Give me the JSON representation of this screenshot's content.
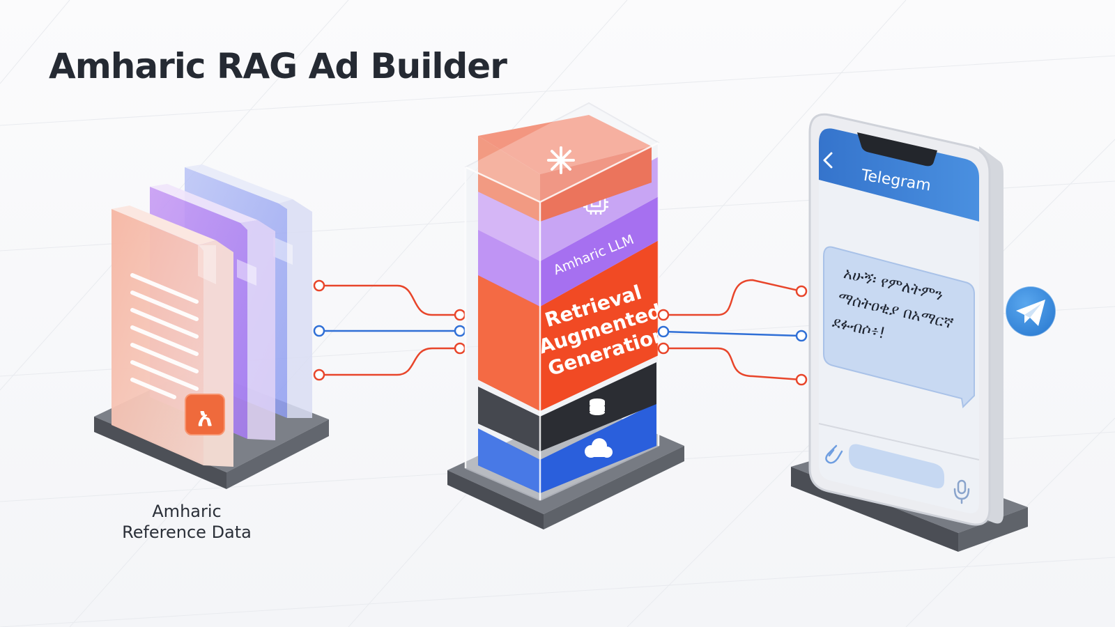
{
  "title": "Amharic RAG Ad Builder",
  "documents": {
    "label_line1": "Amharic",
    "label_line2": "Reference Data",
    "badge_glyph": "አ",
    "icon": "document-stack-icon"
  },
  "stack": {
    "layers": [
      {
        "name": "top",
        "icon": "sparkle-icon",
        "color": "#ef7f68"
      },
      {
        "name": "chip",
        "icon": "chip-icon",
        "color": "#bb90ee"
      },
      {
        "name": "llm",
        "label": "Amharic LLM",
        "color": "#a670f0"
      },
      {
        "name": "rag",
        "label_lines": [
          "Retrieval",
          "Augmented",
          "Generation"
        ],
        "color": "#f14a24"
      },
      {
        "name": "database",
        "icon": "database-icon",
        "color": "#2b2d33"
      },
      {
        "name": "cloud",
        "icon": "cloud-icon",
        "color": "#2a5fdc"
      }
    ]
  },
  "phone": {
    "app_title": "Telegram",
    "back_icon": "chevron-left-icon",
    "message_lines": [
      "አሁኝ፡ የምለትምን",
      "ማሰትዐቂያ በአማርኛ",
      "ደፉብሶ፥!"
    ],
    "attach_icon": "paperclip-icon",
    "mic_icon": "microphone-icon",
    "telegram_icon": "telegram-send-icon"
  },
  "connectors": {
    "colors": {
      "red": "#e8452a",
      "blue": "#2f6fd6"
    }
  },
  "colors": {
    "title": "#252a33",
    "telegram_blue": "#3f86d6",
    "base_gray": "#5c6068"
  }
}
